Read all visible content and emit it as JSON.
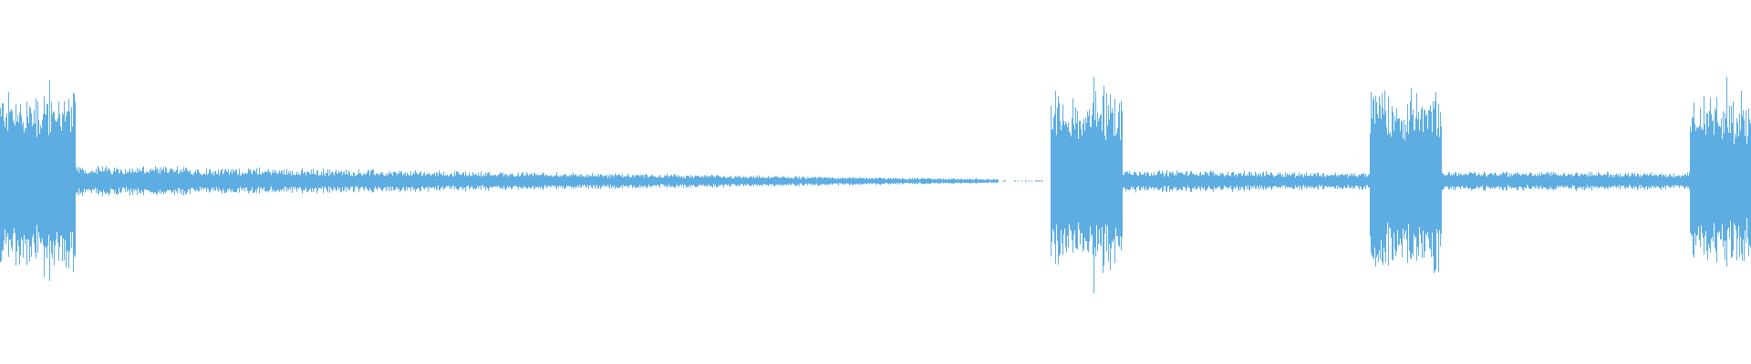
{
  "waveform": {
    "color": "#5DADE2",
    "background": "#ffffff",
    "segments": [
      {
        "kind": "burst",
        "start": 0.0,
        "end": 0.043,
        "level": 0.23,
        "jitter": 0.08
      },
      {
        "kind": "tail",
        "start": 0.043,
        "end": 0.57,
        "level_start": 0.03,
        "level_end": 0.004,
        "jitter": 0.35
      },
      {
        "kind": "gap",
        "start": 0.57,
        "end": 0.6
      },
      {
        "kind": "burst",
        "start": 0.6,
        "end": 0.641,
        "level": 0.22,
        "jitter": 0.08
      },
      {
        "kind": "tail",
        "start": 0.641,
        "end": 0.782,
        "level_start": 0.022,
        "level_end": 0.016,
        "jitter": 0.35
      },
      {
        "kind": "burst",
        "start": 0.782,
        "end": 0.823,
        "level": 0.23,
        "jitter": 0.08
      },
      {
        "kind": "tail",
        "start": 0.823,
        "end": 0.965,
        "level_start": 0.02,
        "level_end": 0.016,
        "jitter": 0.35
      },
      {
        "kind": "burst",
        "start": 0.965,
        "end": 1.0,
        "level": 0.21,
        "jitter": 0.08
      }
    ]
  }
}
